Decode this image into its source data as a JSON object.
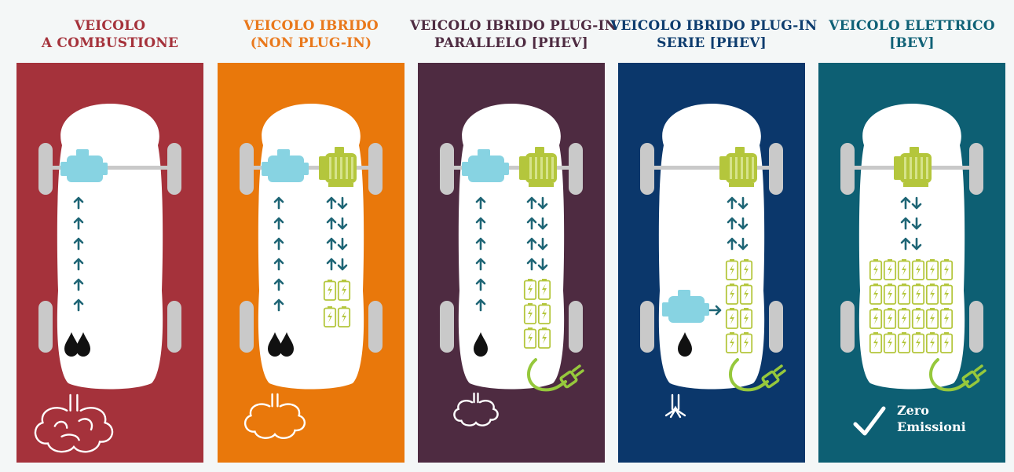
{
  "colors": {
    "background": "#f4f7f7",
    "car_body": "#ffffff",
    "wheel": "#c9c9c9",
    "engine": "#87d3e2",
    "motor": "#b4c63c",
    "arrow": "#1e6575",
    "fuel_drop": "#111111",
    "plug": "#96c83c",
    "exhaust": "#ffffff"
  },
  "columns": [
    {
      "title_line1": "VEICOLO",
      "title_line2": "A COMBUSTIONE",
      "title_color": "#a5323b",
      "panel_color": "#a5323b",
      "components": [
        "engine-icon",
        "fuel-drop-icon",
        "exhaust-cloud-icon"
      ],
      "fuel_drops": 2,
      "battery_cells": 0,
      "exhaust_level": "large"
    },
    {
      "title_line1": "VEICOLO IBRIDO",
      "title_line2": "(NON PLUG-IN)",
      "title_color": "#e9781b",
      "panel_color": "#e9780b",
      "components": [
        "engine-icon",
        "electric-motor-icon",
        "battery-icon",
        "fuel-drop-icon",
        "exhaust-cloud-icon"
      ],
      "fuel_drops": 2,
      "battery_cells": 4,
      "exhaust_level": "medium"
    },
    {
      "title_line1": "VEICOLO IBRIDO PLUG-IN",
      "title_line2": "PARALLELO [PHEV]",
      "title_color": "#4e2b41",
      "panel_color": "#4e2b41",
      "components": [
        "engine-icon",
        "electric-motor-icon",
        "battery-icon",
        "fuel-drop-icon",
        "charging-plug-icon",
        "exhaust-cloud-icon"
      ],
      "fuel_drops": 1,
      "battery_cells": 6,
      "exhaust_level": "small"
    },
    {
      "title_line1": "VEICOLO IBRIDO PLUG-IN",
      "title_line2": "SERIE [PHEV]",
      "title_color": "#0d3c6e",
      "panel_color": "#0b376b",
      "components": [
        "electric-motor-icon",
        "engine-icon",
        "battery-icon",
        "fuel-drop-icon",
        "charging-plug-icon",
        "exhaust-wisp-icon"
      ],
      "fuel_drops": 1,
      "battery_cells": 8,
      "exhaust_level": "minimal"
    },
    {
      "title_line1": "VEICOLO ELETTRICO",
      "title_line2": "[BEV]",
      "title_color": "#0f6176",
      "panel_color": "#0d5f73",
      "components": [
        "electric-motor-icon",
        "battery-icon",
        "charging-plug-icon",
        "checkmark-icon"
      ],
      "fuel_drops": 0,
      "battery_cells": 24,
      "exhaust_level": "none",
      "zero_line1": "Zero",
      "zero_line2": "Emissioni"
    }
  ]
}
